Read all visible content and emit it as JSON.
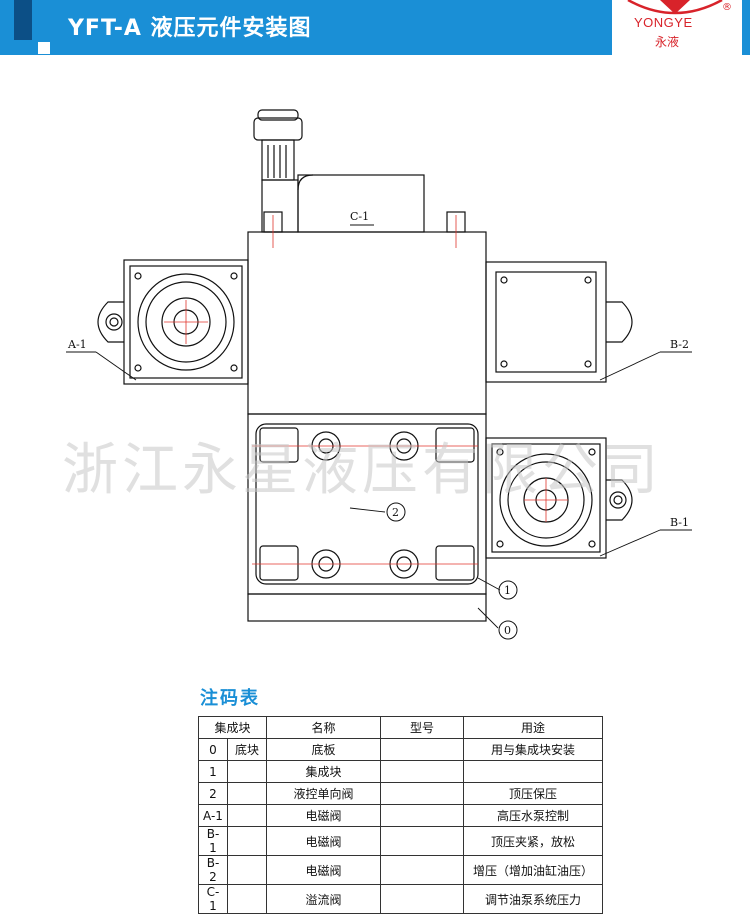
{
  "header": {
    "title": "YFT-A 液压元件安装图",
    "logo_text": "YONGYE",
    "logo_cn": "永液",
    "logo_reg": "®"
  },
  "watermark": "浙江永星液压有限公司",
  "drawing": {
    "labels": {
      "c1": "C-1",
      "a1": "A-1",
      "b2": "B-2",
      "b1": "B-1",
      "n2": "2",
      "n1": "1",
      "n0": "0"
    }
  },
  "legend": {
    "title": "注码表",
    "headers": [
      "集成块",
      "名称",
      "型号",
      "用途"
    ],
    "rows": [
      {
        "no": "0",
        "sub": "底块",
        "name": "底板",
        "model": "",
        "use": "用与集成块安装"
      },
      {
        "no": "1",
        "sub": "",
        "name": "集成块",
        "model": "",
        "use": ""
      },
      {
        "no": "2",
        "sub": "",
        "name": "液控单向阀",
        "model": "",
        "use": "顶压保压"
      },
      {
        "no": "A-1",
        "sub": "",
        "name": "电磁阀",
        "model": "",
        "use": "高压水泵控制"
      },
      {
        "no": "B-1",
        "sub": "",
        "name": "电磁阀",
        "model": "",
        "use": "顶压夹紧，放松"
      },
      {
        "no": "B-2",
        "sub": "",
        "name": "电磁阀",
        "model": "",
        "use": "增压（增加油缸油压）"
      },
      {
        "no": "C-1",
        "sub": "",
        "name": "溢流阀",
        "model": "",
        "use": "调节油泵系统压力"
      }
    ]
  },
  "colors": {
    "header_blue": "#1a8fd6",
    "dark_blue": "#0c4f86",
    "logo_red": "#d8232a",
    "center_line_red": "#e0342c"
  }
}
